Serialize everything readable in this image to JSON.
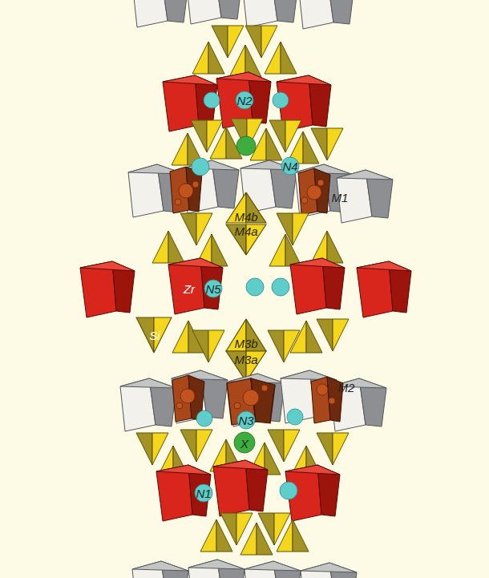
{
  "diagram": {
    "labels": [
      "N2",
      "N4",
      "M1",
      "M4b",
      "M4a",
      "Zr",
      "N5",
      "Si",
      "M3b",
      "M3a",
      "M2",
      "N3",
      "X",
      "N1"
    ]
  }
}
